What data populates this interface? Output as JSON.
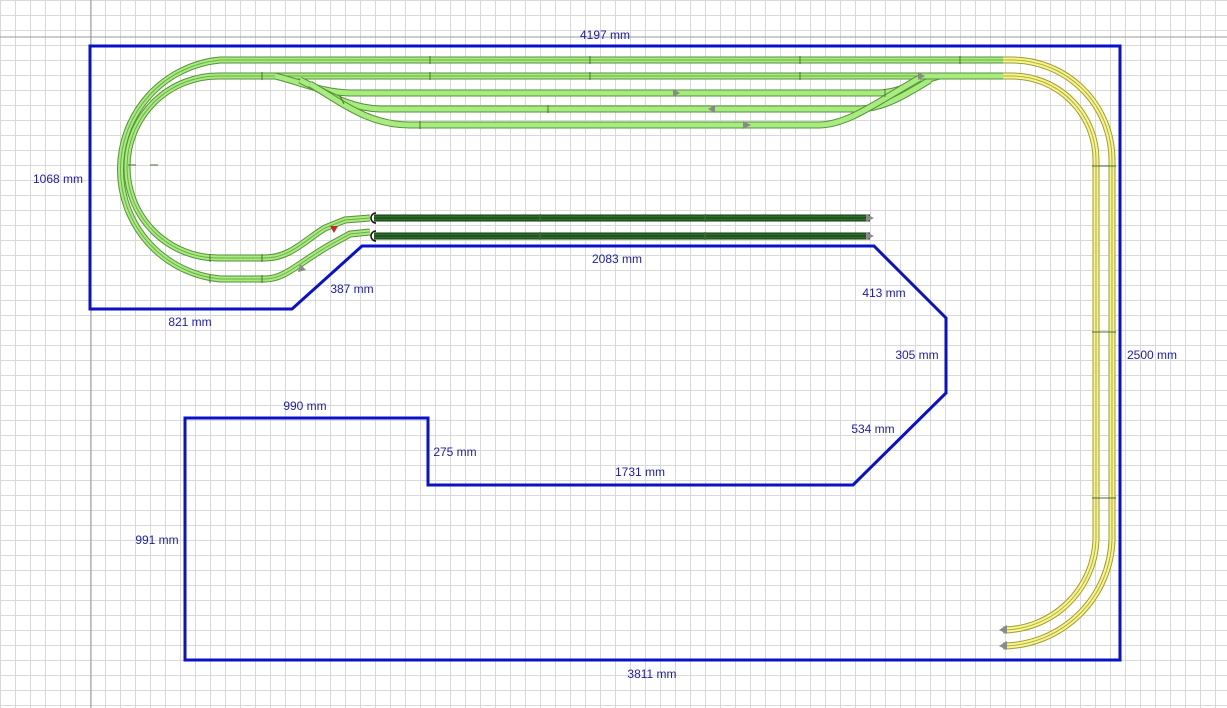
{
  "dimensions": {
    "top_width": "4197 mm",
    "left_height": "1068 mm",
    "left_bottom": "821 mm",
    "diag_left": "387 mm",
    "inner_top": "2083 mm",
    "diag_right_top": "413 mm",
    "right_inner": "305 mm",
    "diag_right_bottom": "534 mm",
    "lower_bottom_inner": "1731 mm",
    "step_height": "275 mm",
    "step_width": "990 mm",
    "left_lower": "991 mm",
    "bottom_width": "3811 mm",
    "right_height": "2500 mm"
  },
  "colors": {
    "board_outline": "#0a12c8",
    "dimension_text": "#1b1bb0",
    "track_selected": "#a6ec7e",
    "track_yellow": "#f6f68a",
    "track_dark": "#2f6d2a",
    "grid": "#d9d9d9"
  }
}
